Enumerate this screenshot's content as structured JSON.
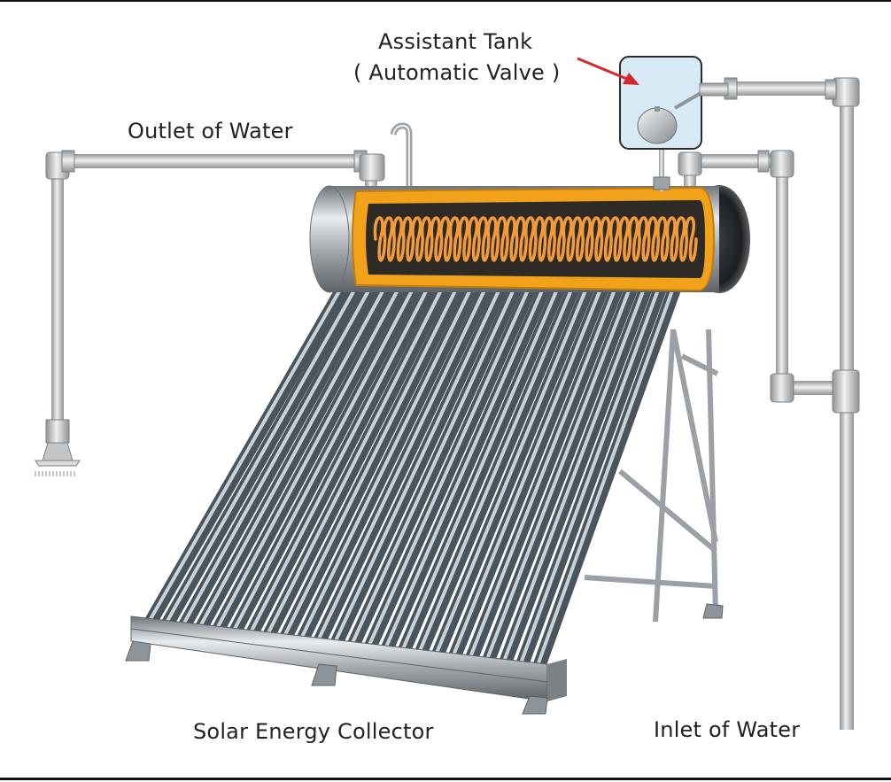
{
  "labels": {
    "assistant_tank": "Assistant Tank",
    "automatic_valve": "( Automatic Valve )",
    "outlet_of_water": "Outlet of Water",
    "solar_energy_collector": "Solar Energy Collector",
    "inlet_of_water": "Inlet of Water"
  },
  "colors": {
    "tank_body": "#f2a21a",
    "tank_core": "#2e2a26",
    "coil": "#f39a3a",
    "pipe": "#c9ccce",
    "tube": "#7f8a93",
    "arrow": "#d9262a",
    "assistant_tank_fill": "#d8eaf6"
  },
  "collector": {
    "tube_count": 24
  }
}
